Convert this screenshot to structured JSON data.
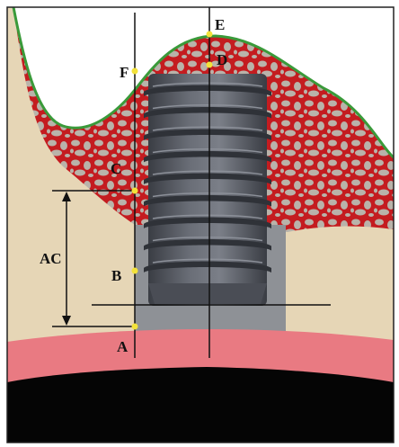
{
  "figure": {
    "labels": {
      "A": "A",
      "B": "B",
      "C": "C",
      "D": "D",
      "E": "E",
      "F": "F",
      "AC": "AC"
    },
    "colors": {
      "soft_tissue": "#e8d8b8",
      "bone": "#c41c20",
      "bone_pores": "#b8b2a8",
      "gum_outline": "#3a9a3a",
      "implant": "#5d6068",
      "implant_dark": "#35383f",
      "mucosa": "#e97a82",
      "base": "#000000",
      "marker": "#f3e23a",
      "line": "#111111"
    }
  }
}
